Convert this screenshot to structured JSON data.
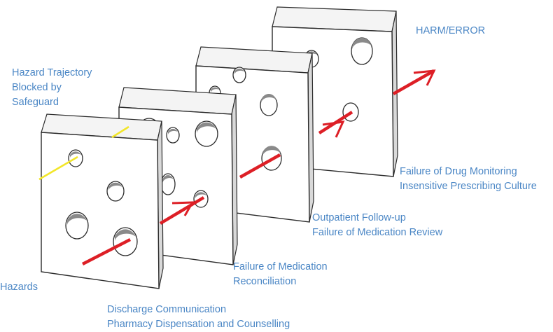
{
  "diagram": {
    "title": "",
    "colors": {
      "label_text": "#4a86c5",
      "trajectory": "#dd1f26",
      "blocked_trajectory": "#f2e629",
      "slice_face": "#ffffff",
      "slice_edge": "#2b2b2b",
      "hole_shadow": "#8a8a8a"
    },
    "labels": {
      "harm": "HARM/ERROR",
      "blocked": [
        "Hazard Trajectory",
        "Blocked by",
        "Safeguard"
      ],
      "monitoring": [
        "Failure of Drug Monitoring",
        "Insensitive Prescribing Culture"
      ],
      "outpatient": [
        "Outpatient Follow-up",
        "Failure of Medication Review"
      ],
      "reconciliation": [
        "Failure of Medication",
        "Reconciliation"
      ],
      "hazards": "Hazards",
      "discharge": [
        "Discharge Communication",
        "Pharmacy Dispensation and Counselling"
      ]
    },
    "slice_count": 4,
    "icons": [
      "swiss-cheese-slice",
      "arrow-head"
    ]
  }
}
